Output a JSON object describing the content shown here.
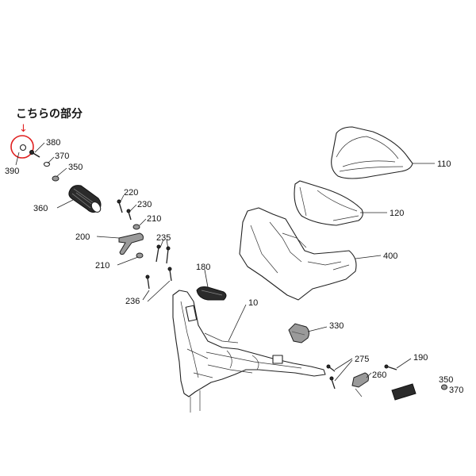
{
  "callout": {
    "text": "こちらの部分",
    "arrow": "↓",
    "highlight_color": "#e02020"
  },
  "labels": {
    "p110": "110",
    "p120": "120",
    "p400": "400",
    "p380": "380",
    "p370": "370",
    "p350": "350",
    "p390": "390",
    "p360": "360",
    "p220": "220",
    "p230": "230",
    "p210a": "210",
    "p200": "200",
    "p235": "235",
    "p210b": "210",
    "p236": "236",
    "p180": "180",
    "p10": "10",
    "p330": "330",
    "p275": "275",
    "p190": "190",
    "p260": "260",
    "p350b": "350",
    "p370b": "370"
  }
}
